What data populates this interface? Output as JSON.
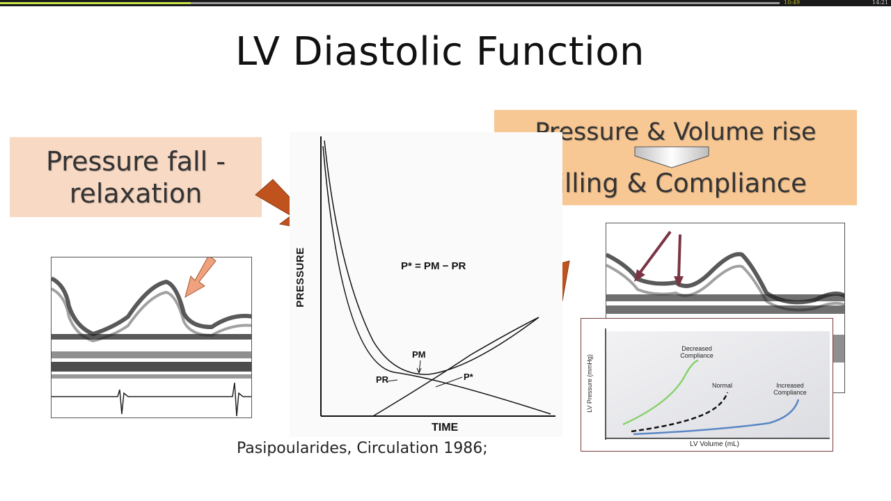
{
  "player": {
    "current_time": "10:49",
    "total_time": "14:21",
    "progress_fraction": 0.245
  },
  "slide": {
    "title": "LV Diastolic Function",
    "left_box": {
      "line1": "Pressure fall -",
      "line2": "relaxation"
    },
    "right_box": {
      "line1": "Pressure & Volume rise",
      "line2": "Filling & Compliance"
    },
    "citation": "Pasipoularides, Circulation 1986;"
  },
  "pressure_graph": {
    "y_label": "PRESSURE",
    "x_label": "TIME",
    "equation": "P* = PM − PR",
    "label_pm": "PM",
    "label_pr": "PR",
    "label_pstar": "P*"
  },
  "compliance_chart": {
    "y_label": "LV Pressure (mmHg)",
    "x_label": "LV Volume (mL)",
    "curve_decreased": "Decreased Compliance",
    "curve_decreased_l1": "Decreased",
    "curve_decreased_l2": "Compliance",
    "curve_normal": "Normal",
    "curve_increased_l1": "Increased",
    "curve_increased_l2": "Compliance"
  },
  "colors": {
    "arrow_orange": "#c0531d",
    "arrow_peach": "#eea27e",
    "arrow_maroon": "#7b3444",
    "left_box_bg": "#f8d9c4",
    "right_box_bg": "#f7c794",
    "curve_green": "#86d16b",
    "curve_blue": "#5b86c4"
  }
}
